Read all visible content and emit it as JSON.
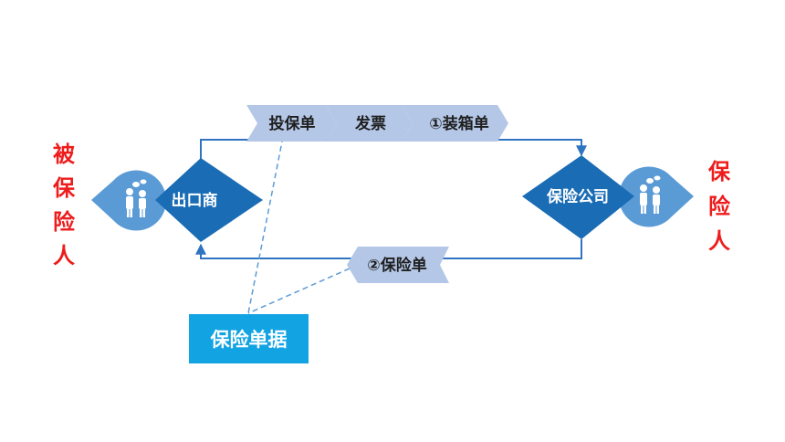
{
  "left_party": {
    "chars": [
      "被",
      "保",
      "险",
      "人"
    ]
  },
  "right_party": {
    "chars": [
      "保",
      "险",
      "人"
    ]
  },
  "nodes": {
    "exporter": "出口商",
    "insurer": "保险公司"
  },
  "top_flow": [
    "投保单",
    "发票",
    "①装箱单"
  ],
  "bottom_flow": "②保险单",
  "document_box": "保险单据",
  "colors": {
    "diamond": "#1a6cb5",
    "line": "#2f74c0",
    "teardrop": "#5b9bd5",
    "chevron": "#b4c7e7",
    "doc_box": "#12a3e3",
    "red_text": "#ee1c1c"
  }
}
